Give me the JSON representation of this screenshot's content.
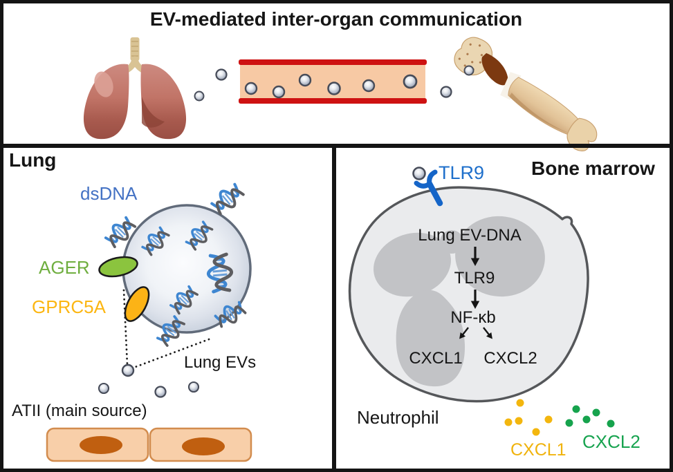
{
  "top_panel": {
    "title": "EV-mediated inter-organ communication",
    "icons": {
      "lungs": "lungs-icon",
      "blood_vessel": "blood-vessel-icon",
      "bone": "bone-icon",
      "ev_particles": "ev-particle-icon"
    }
  },
  "lung_panel": {
    "heading": "Lung",
    "dsdna_label": "dsDNA",
    "ager_label": "AGER",
    "gprc5a_label": "GPRC5A",
    "lung_evs_label": "Lung EVs",
    "atii_label": "ATII (main source)",
    "icons": {
      "ev_sphere": "lung-ev-sphere-icon",
      "dna_helix": "dna-helix-icon",
      "ager_protein": "ager-protein-icon",
      "gprc5a_protein": "gprc5a-protein-icon",
      "atii_cells": "atii-cell-icon"
    }
  },
  "bone_marrow_panel": {
    "heading": "Bone marrow",
    "tlr9_label": "TLR9",
    "pathway_step_1": "Lung EV-DNA",
    "pathway_step_2": "TLR9",
    "pathway_step_3": "NF-κb",
    "pathway_out_left": "CXCL1",
    "pathway_out_right": "CXCL2",
    "neutrophil_label": "Neutrophil",
    "cxcl1_dots_label": "CXCL1",
    "cxcl2_dots_label": "CXCL2",
    "icons": {
      "tlr9_receptor": "tlr9-receptor-icon",
      "neutrophil_cell": "neutrophil-cell-icon",
      "arrow_down": "arrow-down-icon",
      "cxcl_dots": "chemokine-dots-icon"
    }
  },
  "colors": {
    "dsdna_blue": "#4472c4",
    "tlr9_blue": "#1e6fcb",
    "ager_green_text": "#6fae3f",
    "ager_oval_fill": "#8bc43e",
    "gprc5a_yellow_text": "#fcb611",
    "gprc5a_oval_fill": "#fcb316",
    "cxcl1_yellow": "#f0b30d",
    "cxcl2_green": "#17a34f",
    "vessel_wall_red": "#ce1212",
    "vessel_lumen": "#f7c9a4",
    "frame_black": "#141414"
  }
}
